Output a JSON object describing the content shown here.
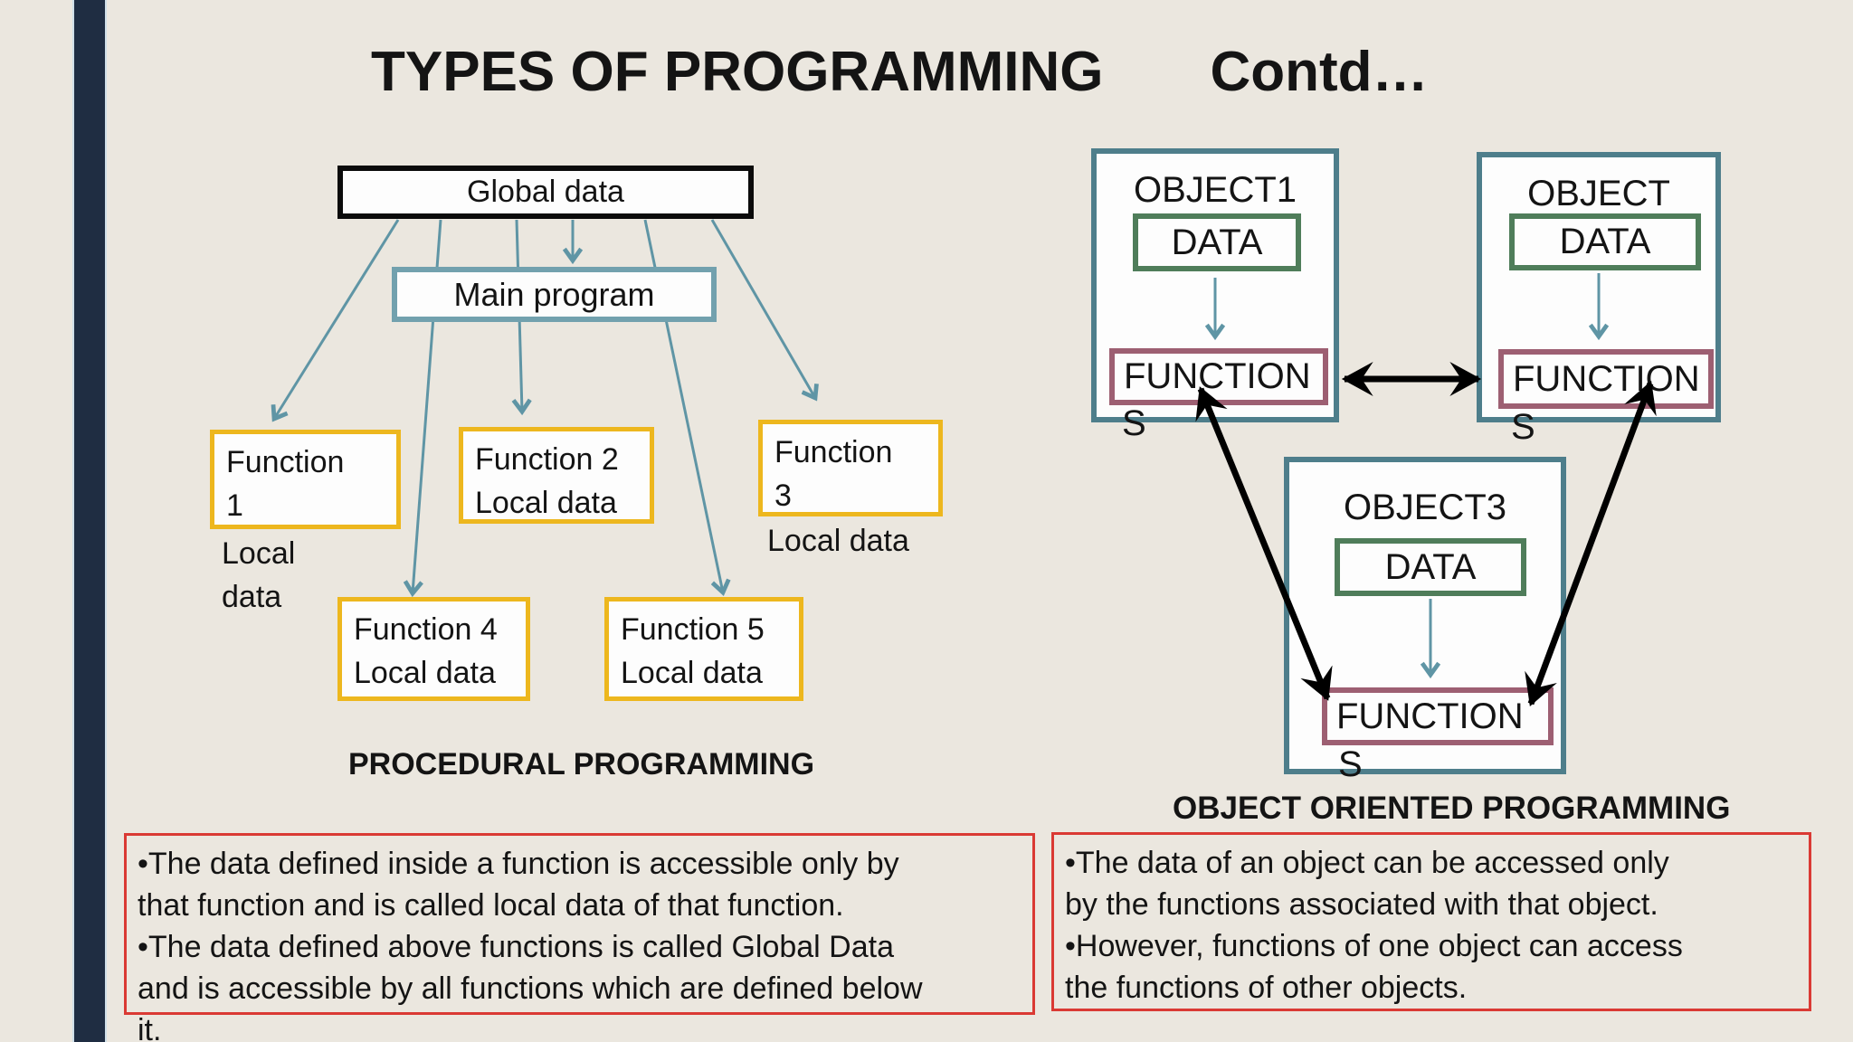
{
  "title": {
    "main": "TYPES OF PROGRAMMING",
    "contd": "Contd…"
  },
  "procedural": {
    "global_box": "Global data",
    "main_box": "Main program",
    "f1": {
      "lines": [
        "Function",
        "1"
      ]
    },
    "f1_below": {
      "lines": [
        "Local",
        "data"
      ]
    },
    "f2": {
      "lines": [
        "Function 2",
        "Local data"
      ]
    },
    "f3": {
      "lines": [
        "Function",
        "3"
      ]
    },
    "f3_below": {
      "lines": [
        "Local data"
      ]
    },
    "f4": {
      "lines": [
        "Function 4",
        "Local data"
      ]
    },
    "f5": {
      "lines": [
        "Function 5",
        "Local data"
      ]
    },
    "caption": "PROCEDURAL PROGRAMMING",
    "notes": {
      "lines": [
        "•The data defined inside a function is accessible only by",
        "that function and is called local data of that function.",
        "•The data defined above functions is called Global Data",
        "and is accessible by all functions which are defined below",
        "it."
      ]
    }
  },
  "oop": {
    "objects": [
      {
        "title": "OBJECT1",
        "data_label": "DATA",
        "function_label": "FUNCTION",
        "function_overflow": "S"
      },
      {
        "title": "OBJECT",
        "data_label": "DATA",
        "function_label": "FUNCTION",
        "function_overflow": "S"
      },
      {
        "title": "OBJECT3",
        "data_label": "DATA",
        "function_label": "FUNCTION",
        "function_overflow": "S"
      }
    ],
    "caption": "OBJECT ORIENTED PROGRAMMING",
    "notes": {
      "lines": [
        "•The data of an object can be accessed only",
        "by the functions associated with that object.",
        "•However, functions of one object can access",
        "the functions of other objects."
      ]
    }
  },
  "colors": {
    "background": "#EBE7DF",
    "sidebar_navy": "#1F2D42",
    "box_border_yellow": "#EDB71E",
    "main_program_teal": "#72A1AE",
    "object_border_teal": "#4E7E8B",
    "data_border_green": "#4F7D5A",
    "function_border_maroon": "#9D5F72",
    "flow_arrow_teal": "#5F95A5",
    "note_border_red": "#DA3A34",
    "association_arrow_black": "#000000",
    "text": "#141414"
  }
}
